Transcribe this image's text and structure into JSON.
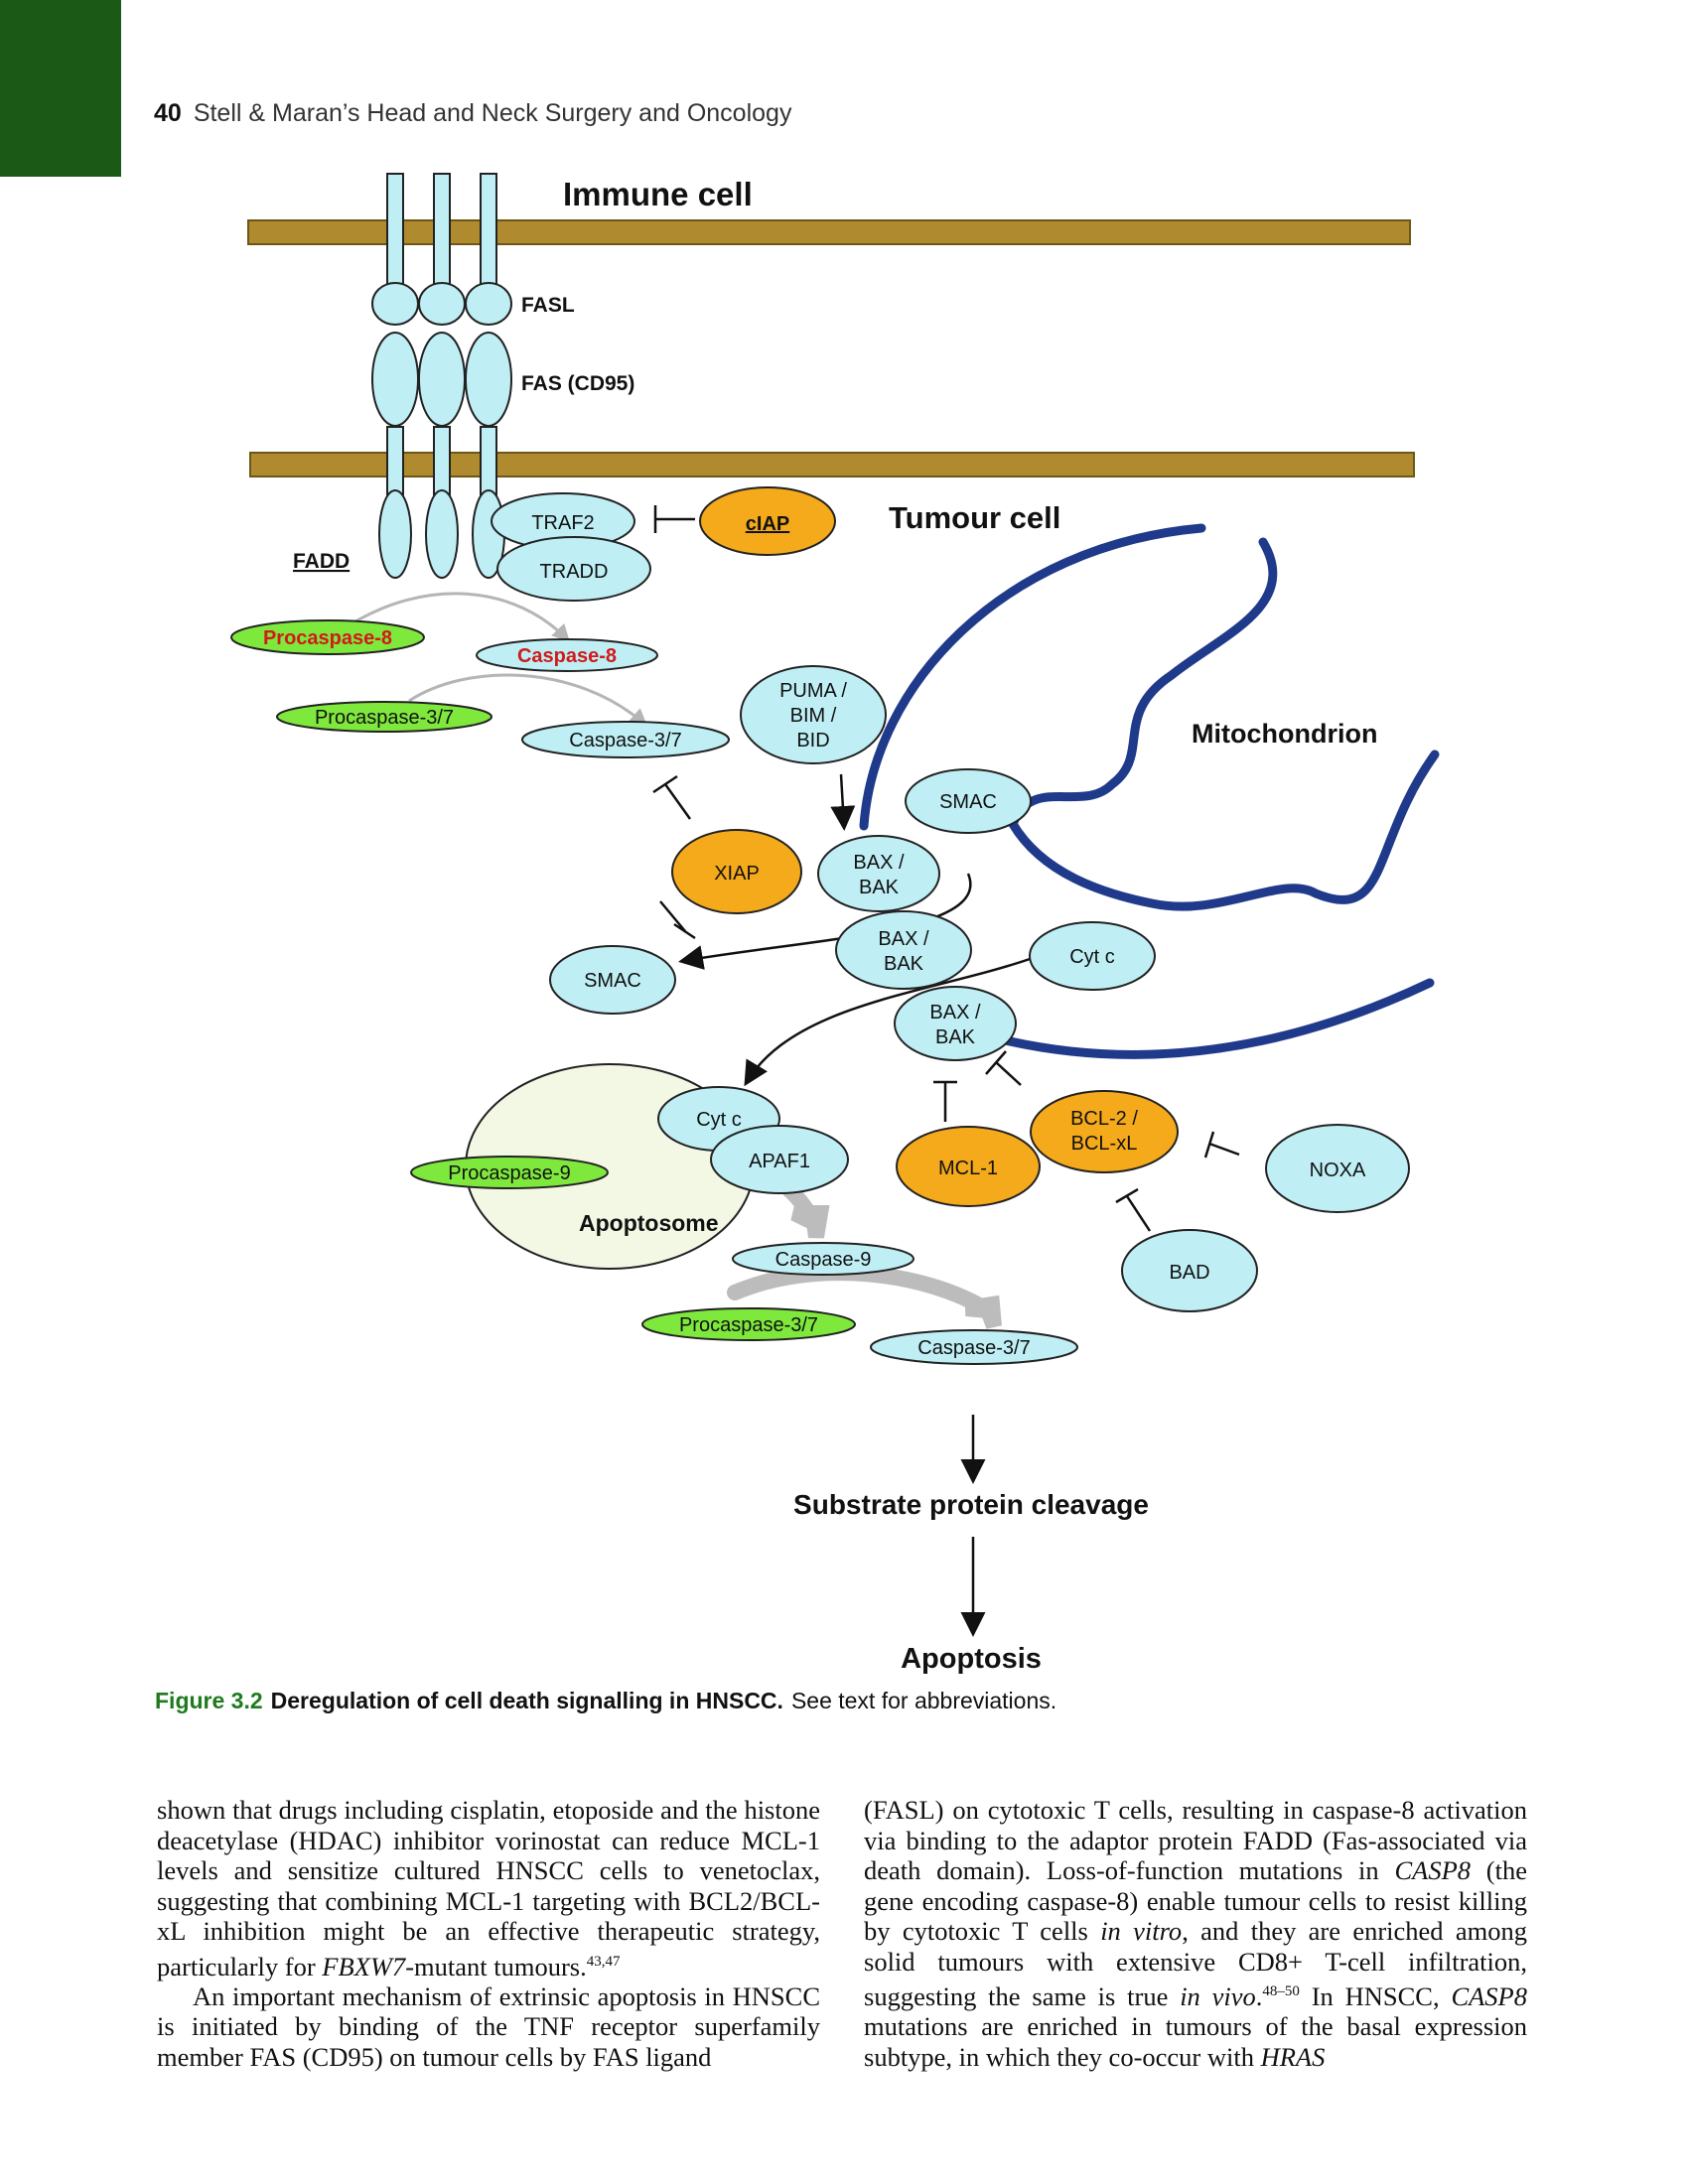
{
  "header": {
    "page_number": "40",
    "running_title": "Stell & Maran’s Head and Neck Surgery and Oncology"
  },
  "diagram": {
    "immune_cell": "Immune cell",
    "fasl": "FASL",
    "fas": "FAS (CD95)",
    "tumour_cell": "Tumour cell",
    "traf2": "TRAF2",
    "tradd": "TRADD",
    "ciap": "cIAP",
    "fadd": "FADD",
    "procaspase8": "Procaspase-8",
    "caspase8": "Caspase-8",
    "procaspase37_top": "Procaspase-3/7",
    "caspase37_top": "Caspase-3/7",
    "puma_line1": "PUMA /",
    "puma_line2": "BIM /",
    "puma_line3": "BID",
    "mitochondrion": "Mitochondrion",
    "smac_right": "SMAC",
    "xiap": "XIAP",
    "baxbak_line1": "BAX /",
    "baxbak_line2": "BAK",
    "smac_left": "SMAC",
    "cytc_right": "Cyt c",
    "cytc_apoptosome": "Cyt c",
    "apaf1": "APAF1",
    "procaspase9": "Procaspase-9",
    "apoptosome": "Apoptosome",
    "mcl1": "MCL-1",
    "bcl2_line1": "BCL-2 /",
    "bcl2_line2": "BCL-xL",
    "noxa": "NOXA",
    "bad": "BAD",
    "caspase9": "Caspase-9",
    "procaspase37_bottom": "Procaspase-3/7",
    "caspase37_bottom": "Caspase-3/7",
    "substrate": "Substrate protein cleavage",
    "apoptosis": "Apoptosis",
    "colors": {
      "membrane": "#b08a2e",
      "receptor": "#bfeff5",
      "anti_apoptotic": "#f5aa1c",
      "procaspase": "#7fe83c",
      "mitochondrion": "#1f3a8a"
    }
  },
  "caption": {
    "label": "Figure 3.2",
    "title": "Deregulation of cell death signalling in HNSCC.",
    "note": "See text for abbreviations."
  },
  "body_text": {
    "col1_p1_a": "shown that drugs including cisplatin, etoposide and the histone deacetylase (HDAC) inhibitor vorinostat can reduce MCL-1 levels and sensitize cultured HNSCC cells to venetoclax, suggesting that combining MCL-1 targeting with BCL2/BCL-xL inhibition might be an effective therapeutic strategy, particularly for ",
    "col1_p1_gene": "FBXW7",
    "col1_p1_b": "-mutant tumours.",
    "col1_p1_ref": "43,47",
    "col1_p2": "An important mechanism of extrinsic apoptosis in HNSCC is initiated by binding of the TNF receptor superfamily member FAS (CD95) on tumour cells by FAS ligand",
    "col2_a": "(FASL) on cytotoxic T cells, resulting in caspase-8 activation via binding to the adaptor protein FADD (Fas-associated via death domain). Loss-of-function mutations in ",
    "col2_casp8_1": "CASP8",
    "col2_b": " (the gene encoding caspase-8) enable tumour cells to resist killing by cytotoxic T cells ",
    "col2_invitro": "in vitro",
    "col2_c": ", and they are enriched among solid tumours with extensive CD8+ T-cell infiltration, suggesting the same is true ",
    "col2_invivo": "in vivo",
    "col2_d": ".",
    "col2_ref": "48–50",
    "col2_e": " In HNSCC, ",
    "col2_casp8_2": "CASP8",
    "col2_f": " mutations are enriched in tumours of the basal expression subtype, in which they co-occur with ",
    "col2_hras": "HRAS"
  }
}
